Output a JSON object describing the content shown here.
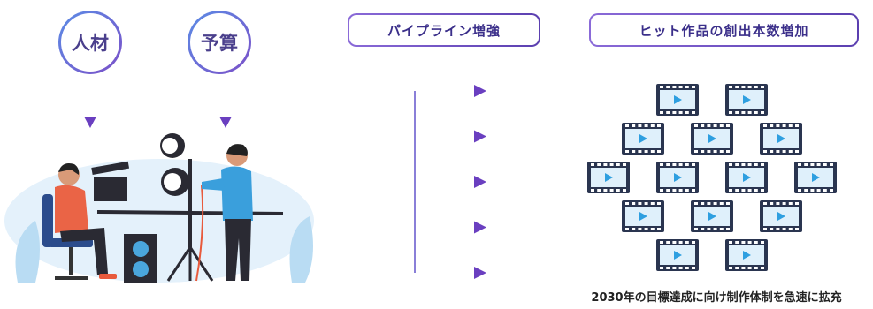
{
  "resources": {
    "people": "人材",
    "budget": "予算"
  },
  "headers": {
    "pipeline": "パイプライン増強",
    "hits": "ヒット作品の創出本数増加"
  },
  "caption": "2030年の目標達成に向け制作体制を急速に拡充",
  "colors": {
    "accent": "#6a4fc4",
    "line_start": "#7fc4e8",
    "line_end": "#6a3fc0",
    "film": "#2a3550",
    "film_screen": "#dff0fb",
    "play": "#2e9fe0"
  },
  "film_rows": [
    2,
    3,
    4,
    3,
    2
  ],
  "pipeline_arrows": 5
}
